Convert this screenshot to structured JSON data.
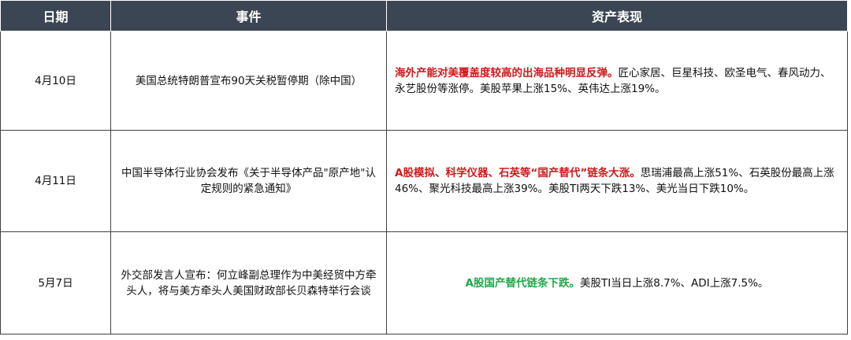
{
  "headers": {
    "date": "日期",
    "event": "事件",
    "asset": "资产表现"
  },
  "rows": [
    {
      "date": "4月10日",
      "event": "美国总统特朗普宣布90天关税暂停期（除中国）",
      "asset_highlight": "海外产能对美覆盖度较高的出海品种明显反弹。",
      "asset_rest": "匠心家居、巨星科技、欧圣电气、春风动力、永艺股份等涨停。美股苹果上涨15%、英伟达上涨19%。"
    },
    {
      "date": "4月11日",
      "event": "中国半导体行业协会发布《关于半导体产品\"原产地\"认定规则的紧急通知》",
      "asset_highlight": "A股模拟、科学仪器、石英等“国产替代”链条大涨。",
      "asset_rest": "思瑞浦最高上涨51%、石英股份最高上涨46%、聚光科技最高上涨39%。美股TI两天下跌13%、美光当日下跌10%。"
    },
    {
      "date": "5月7日",
      "event": "外交部发言人宣布：何立峰副总理作为中美经贸中方牵头人，将与美方牵头人美国财政部长贝森特举行会谈",
      "asset_highlight": "A股国产替代链条下跌。",
      "asset_rest": "美股TI当日上涨8.7%、ADI上涨7.5%。"
    }
  ],
  "colors": {
    "header_bg": "#3b4654",
    "highlight_up": "#d0191b",
    "highlight_down": "#22a84a",
    "border": "#404040"
  }
}
